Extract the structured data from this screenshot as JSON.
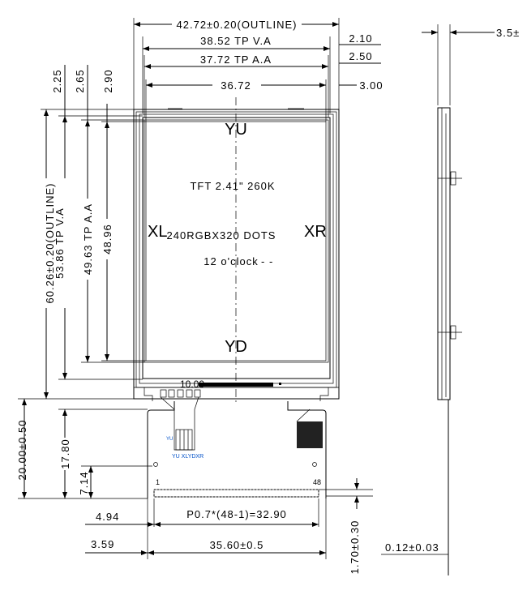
{
  "top_dims": {
    "outline_width": "42.72±0.20(OUTLINE)",
    "tp_va_width": "38.52 TP V.A",
    "tp_aa_width": "37.72 TP A.A",
    "active_width": "36.72",
    "offset_210": "2.10",
    "offset_250": "2.50",
    "offset_300": "3.00"
  },
  "left_dims": {
    "offset_225": "2.25",
    "offset_265": "2.65",
    "offset_290": "2.90",
    "outline_height": "60.26±0.20(OUTLINE)",
    "tp_va_height": "53.86 TP V.A",
    "tp_aa_height": "49.63 TP A.A",
    "active_height": "48.96"
  },
  "panel": {
    "yu": "YU",
    "yd": "YD",
    "xl": "XL",
    "xr": "XR",
    "type": "TFT 2.41\" 260K",
    "resolution": "240RGBX320 DOTS",
    "orientation": "12 o'clock",
    "ic_width": "10.00"
  },
  "fpc": {
    "touch_pins": "YU XLYDXR",
    "touch_small": "YU",
    "pin_first": "1",
    "pin_last": "48",
    "height_total": "20.00±0.50",
    "height_1780": "17.80",
    "height_714": "7.14",
    "offset_494": "4.94",
    "offset_359": "3.59",
    "pitch": "P0.7*(48-1)=32.90",
    "fpc_width": "35.60±0.5",
    "tail_offset": "1.70±0.30"
  },
  "side_view": {
    "thickness": "3.5±",
    "fpc_thickness": "0.12±0.03"
  }
}
